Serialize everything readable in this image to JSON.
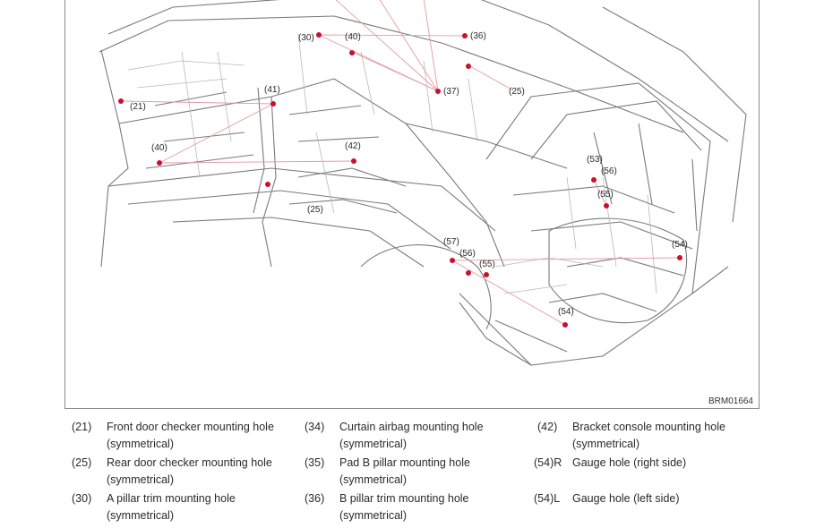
{
  "figure_id": "BRM01664",
  "callouts": [
    "(21)",
    "(25)",
    "(25)",
    "(30)",
    "(36)",
    "(37)",
    "(40)",
    "(40)",
    "(41)",
    "(42)",
    "(53)",
    "(54)",
    "(54)",
    "(55)",
    "(55)",
    "(56)",
    "(56)",
    "(57)"
  ],
  "legend": [
    {
      "num": "(21)",
      "text": "Front door checker mounting hole",
      "sub": "(symmetrical)"
    },
    {
      "num": "(25)",
      "text": "Rear door checker mounting hole",
      "sub": "(symmetrical)"
    },
    {
      "num": "(30)",
      "text": "A pillar trim mounting hole",
      "sub": "(symmetrical)"
    },
    {
      "num": "(34)",
      "text": "Curtain airbag mounting hole",
      "sub": "(symmetrical)"
    },
    {
      "num": "(35)",
      "text": "Pad B pillar mounting hole",
      "sub": "(symmetrical)"
    },
    {
      "num": "(36)",
      "text": "B pillar trim mounting hole",
      "sub": "(symmetrical)"
    },
    {
      "num": "(42)",
      "text": "Bracket console mounting hole",
      "sub": "(symmetrical)"
    },
    {
      "num": "(54)R",
      "text": "Gauge hole (right side)",
      "sub": ""
    },
    {
      "num": "(54)L",
      "text": "Gauge hole (left side)",
      "sub": ""
    }
  ],
  "colors": {
    "line": "#6e6e6e",
    "leader": "#e39aa3",
    "dot": "#c8102e",
    "frame": "#8a8a8a"
  }
}
